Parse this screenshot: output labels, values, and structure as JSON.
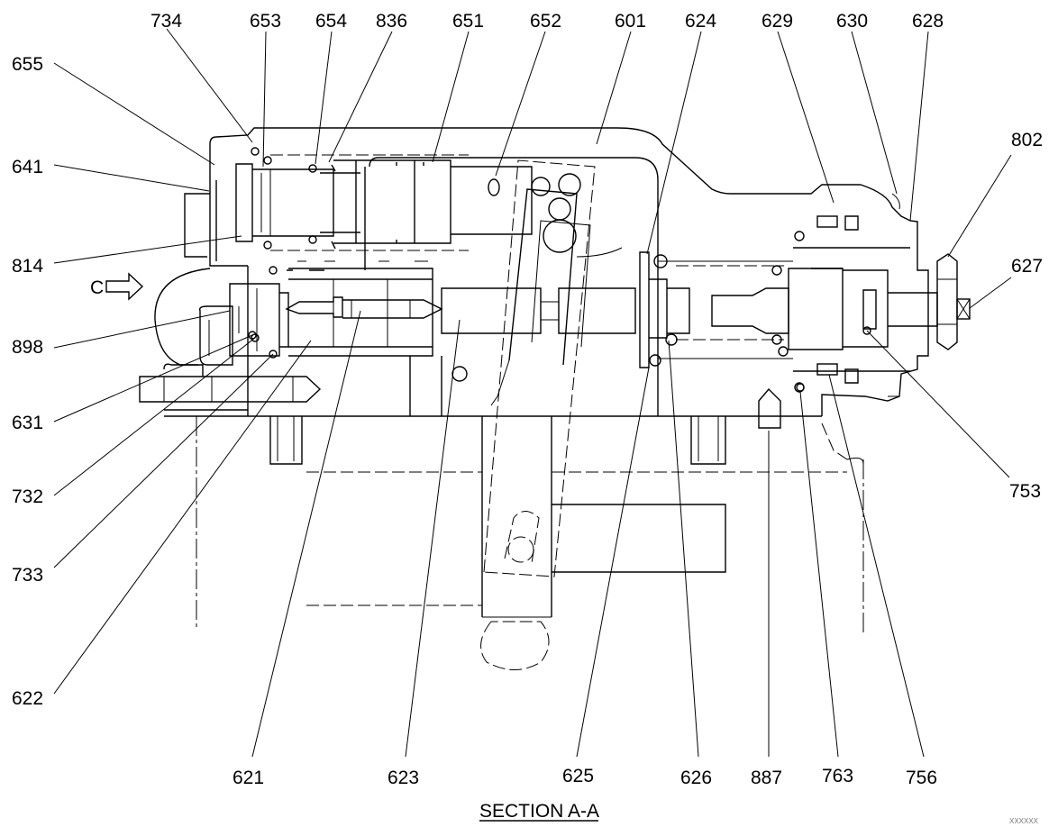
{
  "caption": "SECTION A-A",
  "view_arrow_label": "C",
  "watermark": "XXXXXX",
  "callouts": [
    {
      "id": "734"
    },
    {
      "id": "653"
    },
    {
      "id": "654"
    },
    {
      "id": "836"
    },
    {
      "id": "651"
    },
    {
      "id": "652"
    },
    {
      "id": "601"
    },
    {
      "id": "624"
    },
    {
      "id": "629"
    },
    {
      "id": "630"
    },
    {
      "id": "628"
    },
    {
      "id": "655"
    },
    {
      "id": "641"
    },
    {
      "id": "802"
    },
    {
      "id": "814"
    },
    {
      "id": "627"
    },
    {
      "id": "898"
    },
    {
      "id": "631"
    },
    {
      "id": "753"
    },
    {
      "id": "732"
    },
    {
      "id": "733"
    },
    {
      "id": "622"
    },
    {
      "id": "621"
    },
    {
      "id": "623"
    },
    {
      "id": "625"
    },
    {
      "id": "626"
    },
    {
      "id": "887"
    },
    {
      "id": "763"
    },
    {
      "id": "756"
    }
  ],
  "colors": {
    "line": "#000000",
    "background": "#ffffff"
  }
}
